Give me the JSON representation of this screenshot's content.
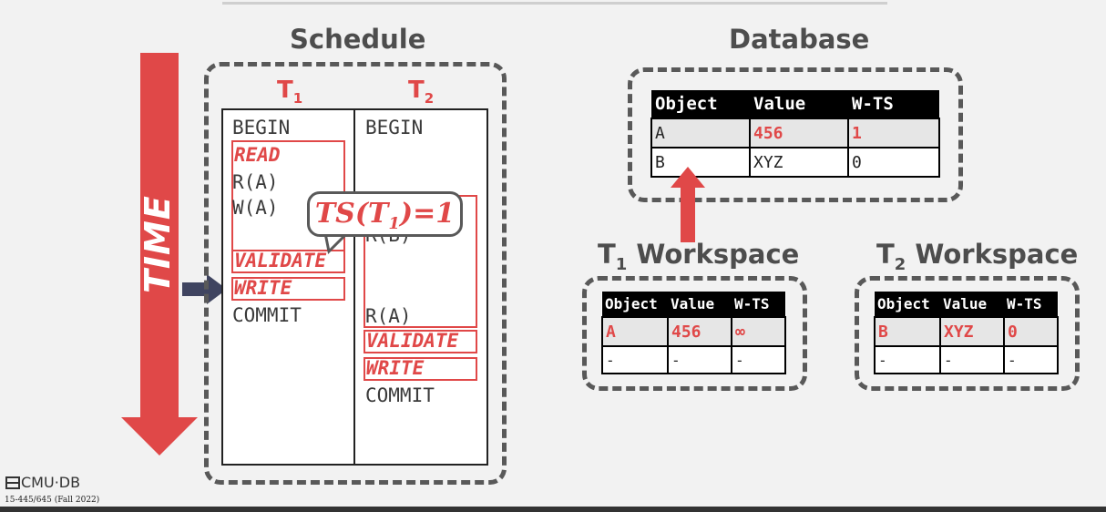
{
  "headings": {
    "schedule": "Schedule",
    "database": "Database",
    "t1_workspace": {
      "t": "T",
      "sub": "1",
      "rest": " Workspace"
    },
    "t2_workspace": {
      "t": "T",
      "sub": "2",
      "rest": " Workspace"
    }
  },
  "time_label": "TIME",
  "schedule": {
    "t1_header": {
      "t": "T",
      "sub": "1"
    },
    "t2_header": {
      "t": "T",
      "sub": "2"
    },
    "t1_ops": {
      "begin": "BEGIN",
      "read": "READ",
      "ra": "R(A)",
      "wa": "W(A)",
      "validate": "VALIDATE",
      "write": "WRITE",
      "commit": "COMMIT"
    },
    "t2_ops": {
      "begin": "BEGIN",
      "rb": "R(B)",
      "ra": "R(A)",
      "validate": "VALIDATE",
      "write": "WRITE",
      "commit": "COMMIT"
    }
  },
  "callout": {
    "pre": "TS(T",
    "sub": "1",
    "post": ")=1"
  },
  "database_table": {
    "headers": [
      "Object",
      "Value",
      "W-TS"
    ],
    "rows": [
      [
        "A",
        "456",
        "1"
      ],
      [
        "B",
        "XYZ",
        "0"
      ]
    ]
  },
  "t1_workspace_table": {
    "headers": [
      "Object",
      "Value",
      "W-TS"
    ],
    "rows": [
      [
        "A",
        "456",
        "∞"
      ],
      [
        "-",
        "-",
        "-"
      ]
    ]
  },
  "t2_workspace_table": {
    "headers": [
      "Object",
      "Value",
      "W-TS"
    ],
    "rows": [
      [
        "B",
        "XYZ",
        "0"
      ],
      [
        "-",
        "-",
        "-"
      ]
    ]
  },
  "footer": {
    "logo": "CMU·DB",
    "course": "15-445/645 (Fall 2022)"
  },
  "colors": {
    "accent_red": "#e04848",
    "arrow_navy": "#3f4460",
    "heading_gray": "#4d4d4d"
  }
}
